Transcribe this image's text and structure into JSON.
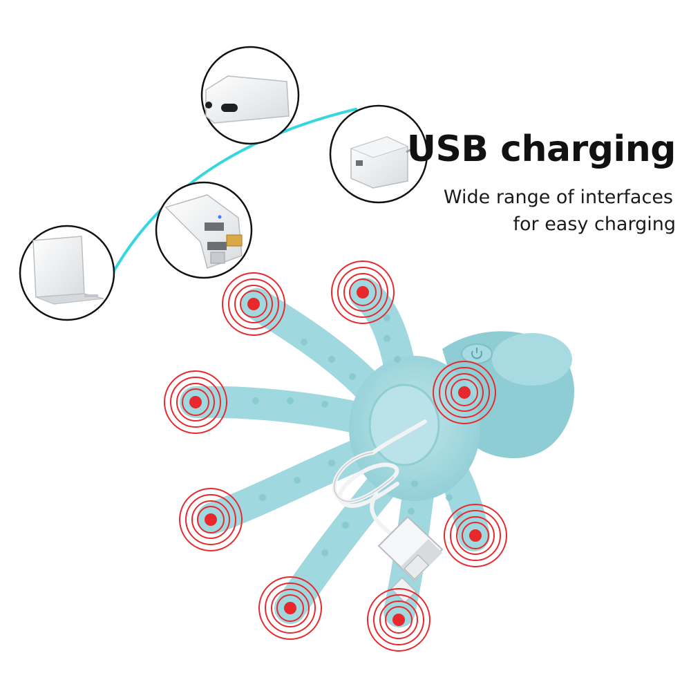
{
  "heading": {
    "title": "USB charging",
    "subtitle_line1": "Wide range of interfaces",
    "subtitle_line2": "for easy charging"
  },
  "colors": {
    "background": "#ffffff",
    "cable": "#35d6de",
    "silicone": "#9fd9df",
    "silicone_shade": "#83c6cf",
    "pulse": "#e8282c",
    "text": "#111111"
  },
  "devices": [
    {
      "icon": "laptop-icon"
    },
    {
      "icon": "car-charger-icon"
    },
    {
      "icon": "power-bank-icon"
    },
    {
      "icon": "wall-adapter-icon"
    }
  ],
  "vibration_points": 8,
  "product": {
    "icon": "octopus-head-massager-icon",
    "cable_icon": "usb-cable-icon",
    "power_icon": "power-button-icon"
  }
}
